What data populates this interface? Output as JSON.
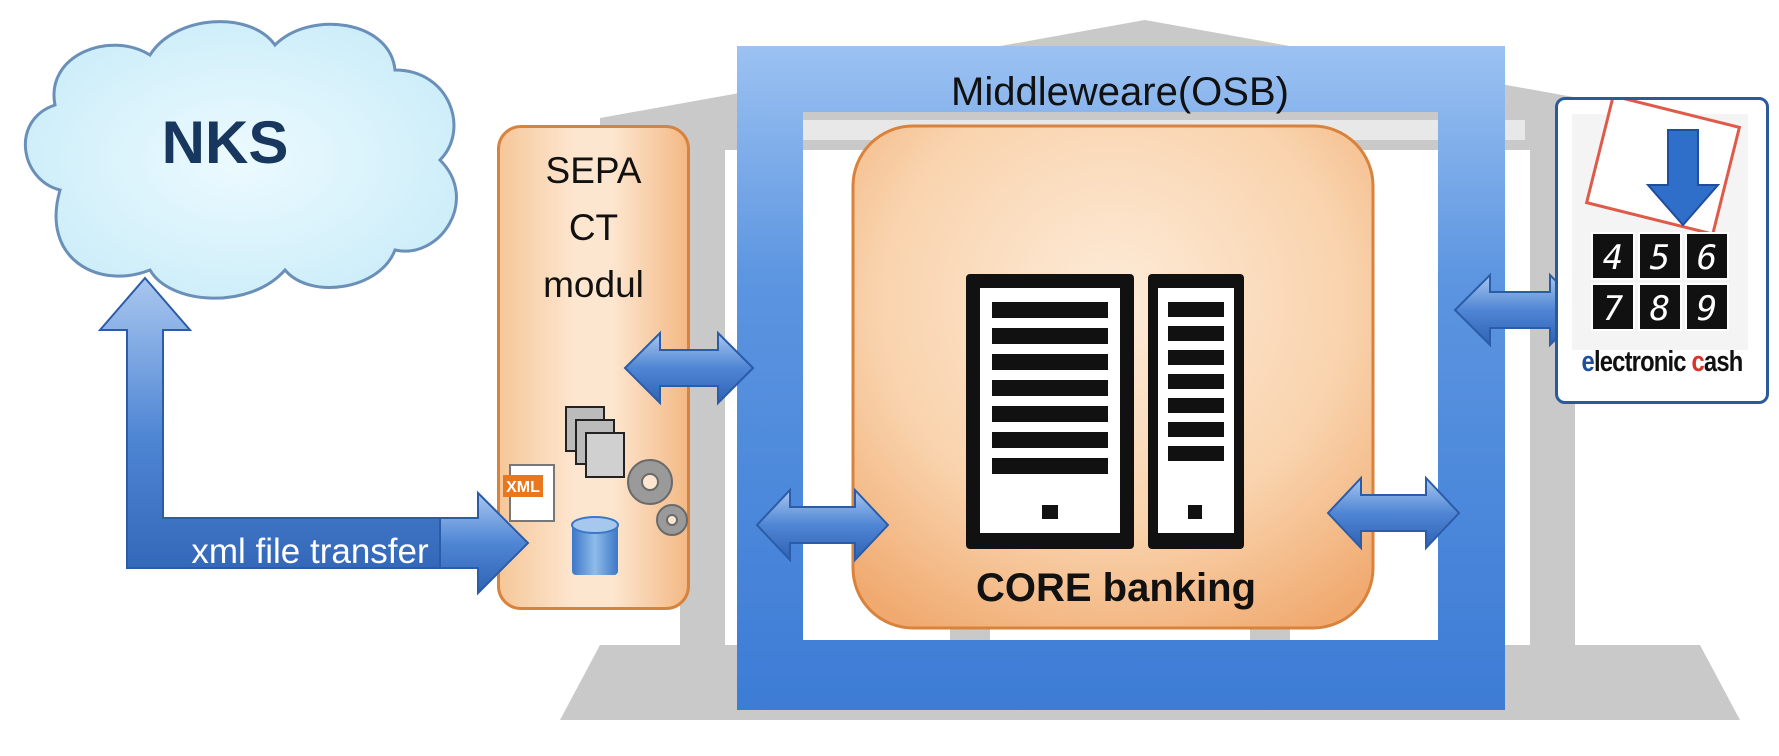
{
  "nks": {
    "label": "NKS"
  },
  "sepa_module": {
    "line1": "SEPA",
    "line2": "CT",
    "line3": "modul",
    "file_badge": "XML"
  },
  "middleware": {
    "label": "Middleweare(OSB)"
  },
  "core": {
    "label": "CORE banking"
  },
  "xml_transfer": {
    "label": "xml file transfer"
  },
  "electronic_cash": {
    "brand_part1": "e",
    "brand_part2": "lectronic ",
    "brand_part3": "c",
    "brand_part4": "ash",
    "digits": [
      "4",
      "5",
      "6",
      "7",
      "8",
      "9"
    ]
  },
  "colors": {
    "arrow_blue": "#4a7fcf",
    "middleware_blue": "#3e7fd6",
    "module_orange": "#f6c79a",
    "cloud_cyan": "#d9f3fb",
    "bank_gray": "#c8c8c8"
  },
  "icons": [
    "cloud-icon",
    "bank-building-icon",
    "server-rack-icon",
    "xml-file-icon",
    "database-icon",
    "gears-icon",
    "documents-stack-icon",
    "card-keypad-icon"
  ]
}
